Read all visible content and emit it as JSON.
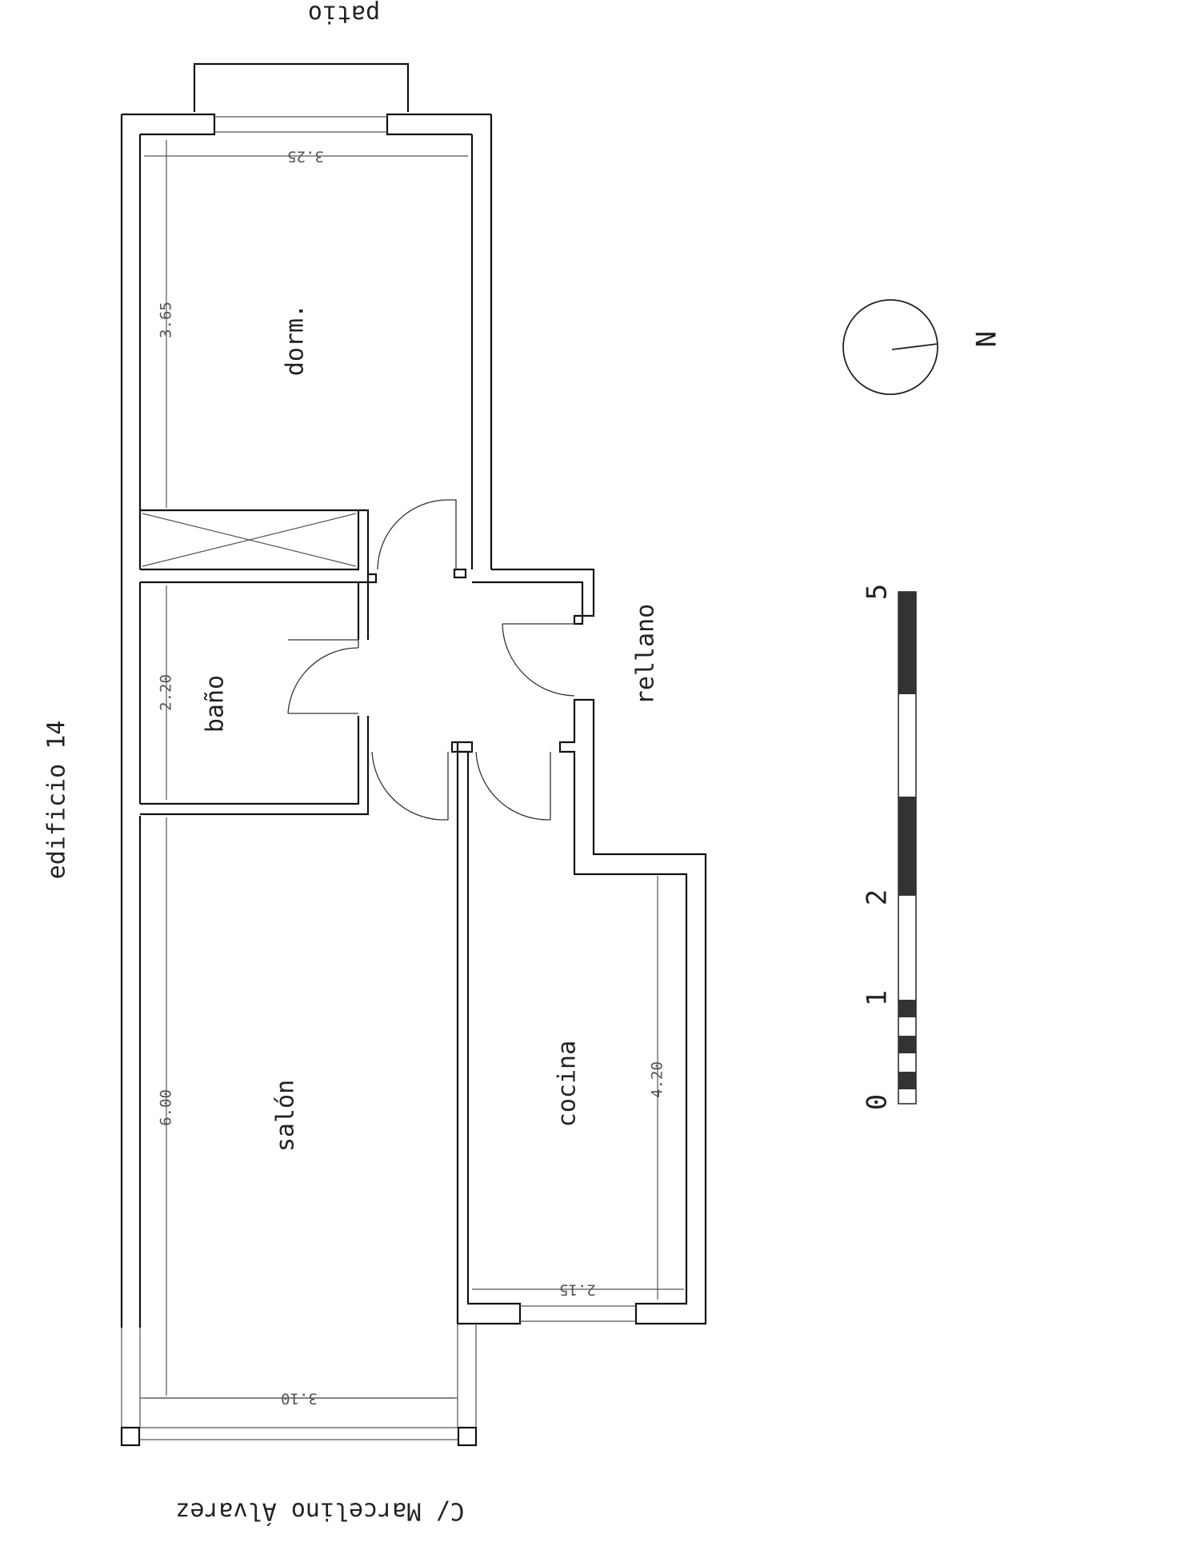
{
  "labels": {
    "patio": "patio",
    "street": "C/ Marcelino Álvarez",
    "building": "edificio 14",
    "landing": "rellano",
    "north": "N"
  },
  "rooms": {
    "bedroom": "dorm.",
    "bathroom": "baño",
    "living": "salón",
    "kitchen": "cocina"
  },
  "dimensions": {
    "bedroom_width": "3.25",
    "bedroom_length": "3.65",
    "bathroom_length": "2.20",
    "living_length": "6.00",
    "living_width": "3.10",
    "kitchen_length": "4.20",
    "kitchen_width": "2.15"
  },
  "scale_bar": {
    "labels": [
      "0",
      "1",
      "2",
      "5"
    ]
  },
  "colors": {
    "line": "#111111",
    "scale_dark": "#333333"
  }
}
